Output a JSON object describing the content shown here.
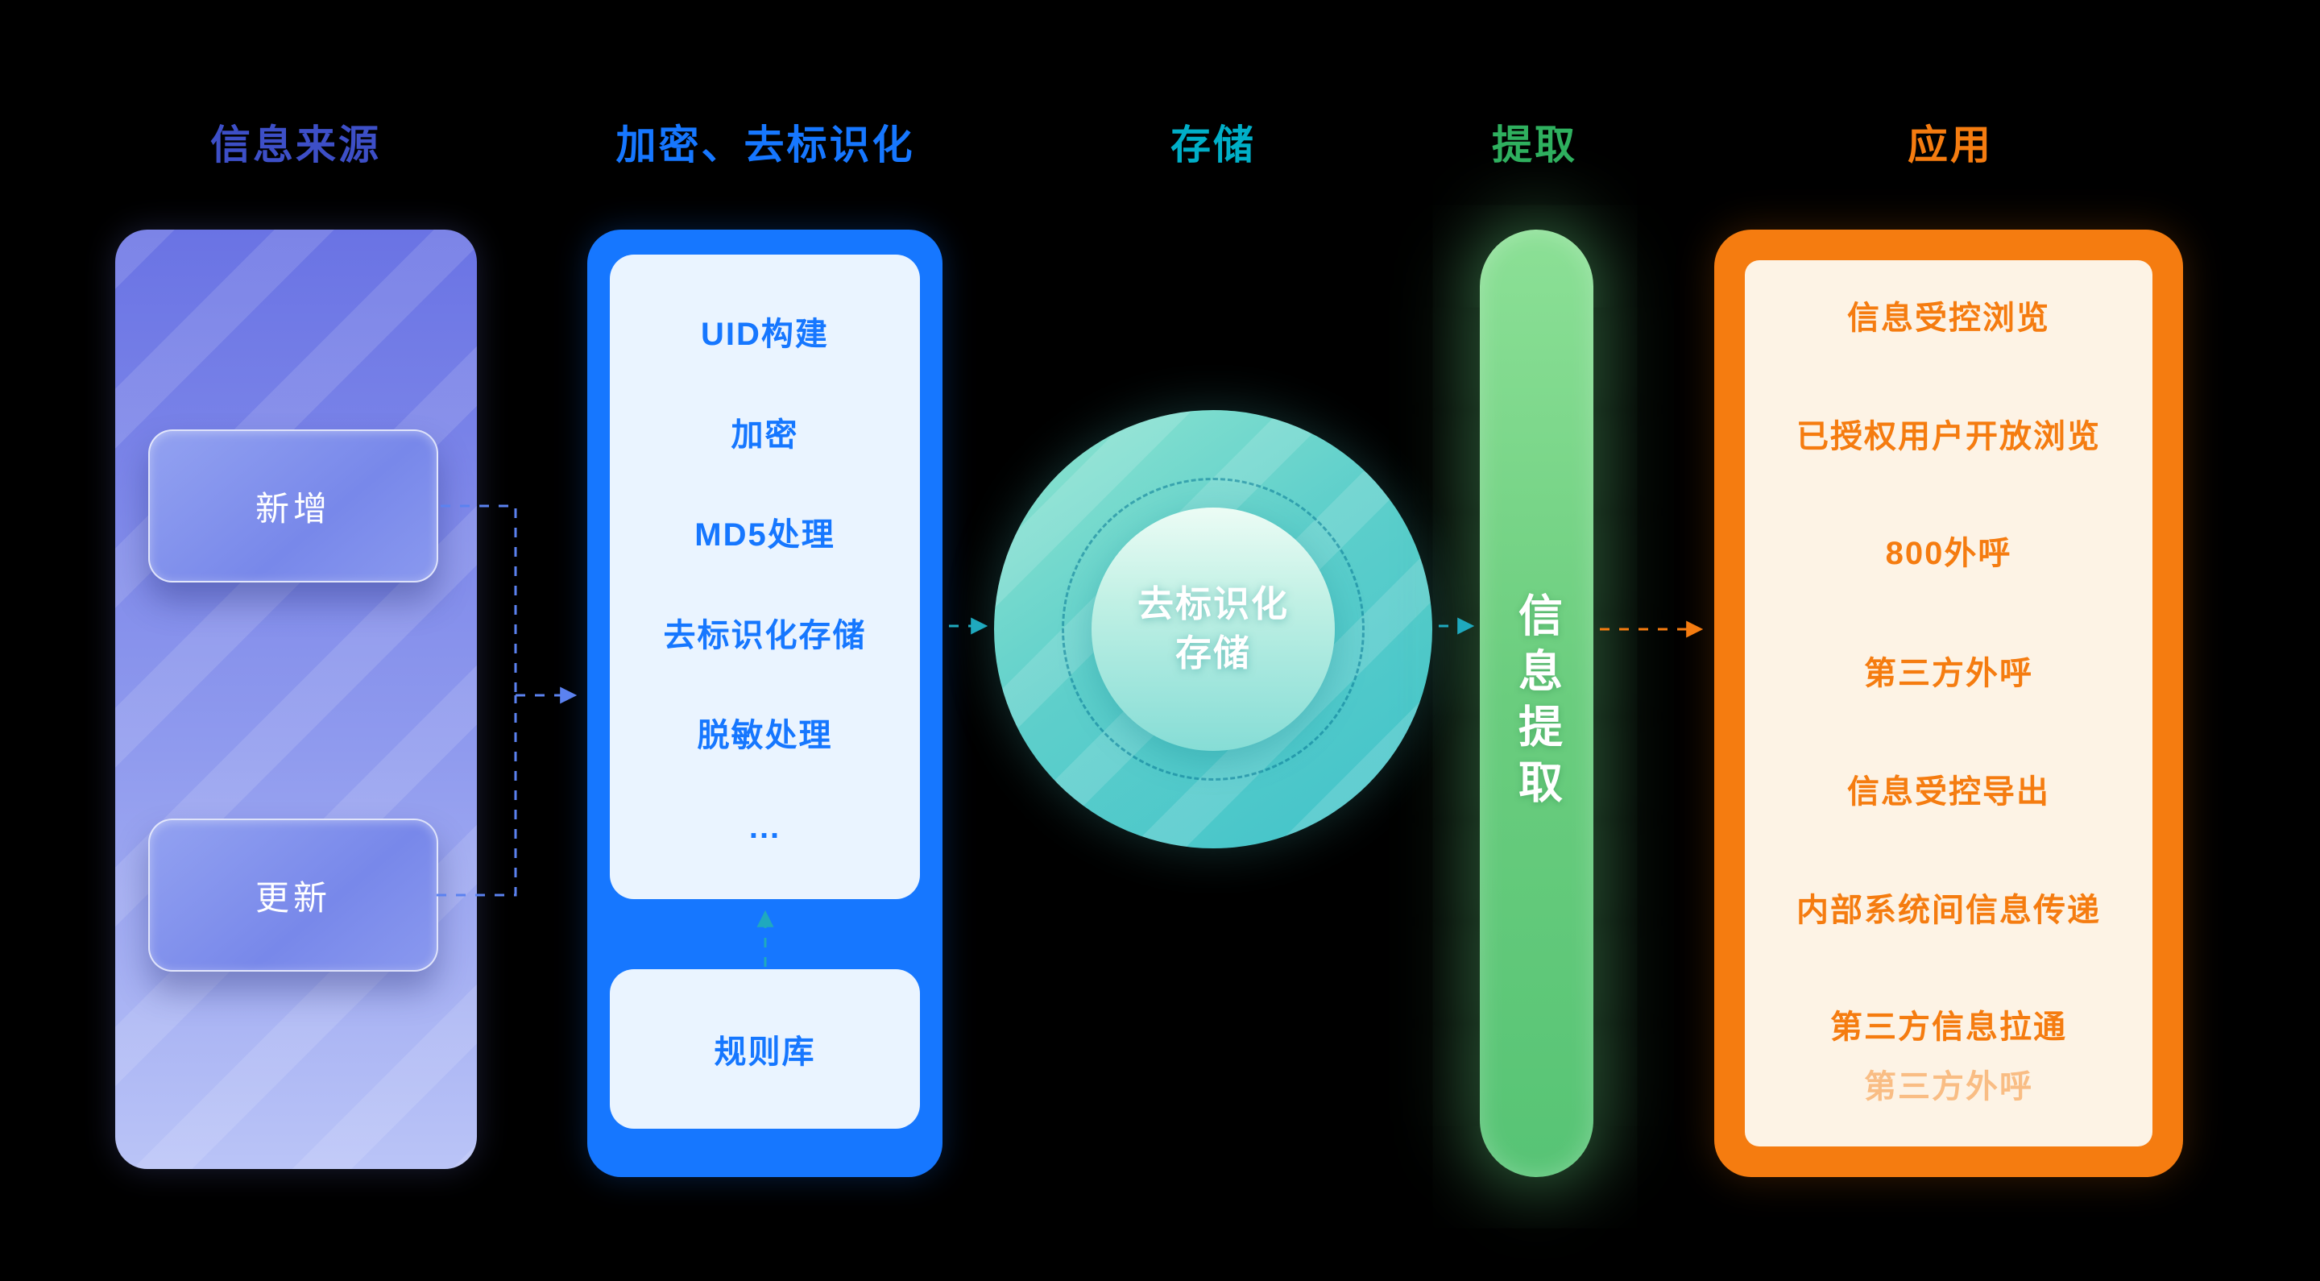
{
  "columns": [
    {
      "title": "信息来源",
      "color": "#3D4FC7"
    },
    {
      "title": "加密、去标识化",
      "color": "#1677FF"
    },
    {
      "title": "存储",
      "color": "#00AFC8"
    },
    {
      "title": "提取",
      "color": "#2FB05F"
    },
    {
      "title": "应用",
      "color": "#F57C10"
    }
  ],
  "source_panel": {
    "nodes": [
      "新增",
      "更新"
    ]
  },
  "encrypt_panel": {
    "steps": [
      "UID构建",
      "加密",
      "MD5处理",
      "去标识化存储",
      "脱敏处理",
      "..."
    ],
    "rule_library": "规则库"
  },
  "storage_circle": {
    "label_line1": "去标识化",
    "label_line2": "存储"
  },
  "extract_bar": {
    "label": "信息提取"
  },
  "apply_panel": {
    "items": [
      "信息受控浏览",
      "已授权用户开放浏览",
      "800外呼",
      "第三方外呼",
      "信息受控导出",
      "内部系统间信息传递",
      "第三方信息拉通",
      "第三方外呼"
    ]
  }
}
